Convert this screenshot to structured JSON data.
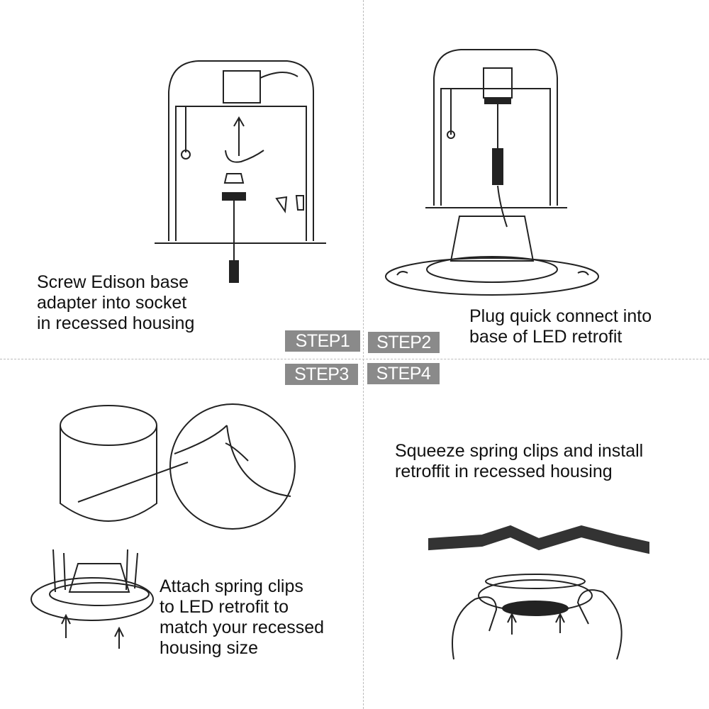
{
  "steps": [
    {
      "badge": "STEP1",
      "caption": "Screw Edison base\nadapter into socket\nin recessed housing"
    },
    {
      "badge": "STEP2",
      "caption": "Plug quick connect into\nbase of LED retrofit"
    },
    {
      "badge": "STEP3",
      "caption": "Attach spring clips\nto LED retrofit to\nmatch your recessed\nhousing size"
    },
    {
      "badge": "STEP4",
      "caption": "Squeeze spring clips and install\nretroffit in recessed housing"
    }
  ]
}
